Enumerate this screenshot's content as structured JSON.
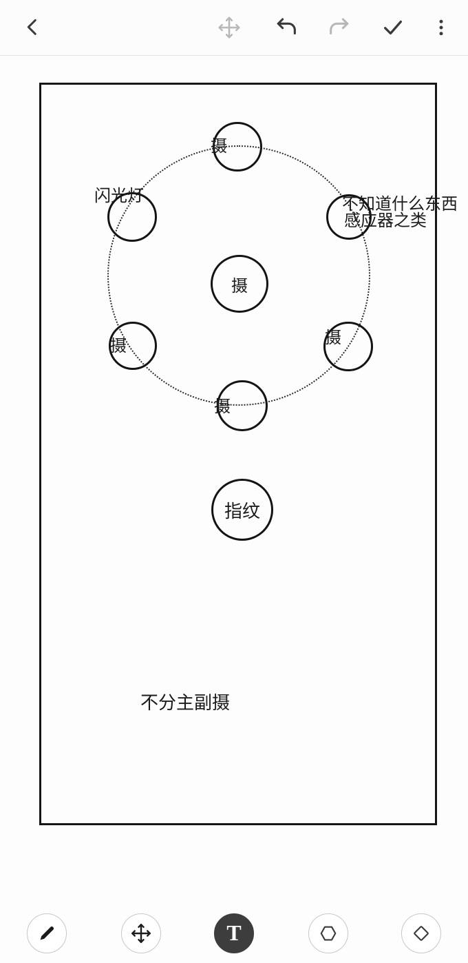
{
  "header": {
    "icons": [
      {
        "name": "back",
        "enabled": true
      },
      {
        "name": "move-canvas",
        "enabled": false
      },
      {
        "name": "undo",
        "enabled": true
      },
      {
        "name": "redo",
        "enabled": false
      },
      {
        "name": "confirm",
        "enabled": true
      },
      {
        "name": "more-options",
        "enabled": true
      }
    ]
  },
  "sketch": {
    "labels": {
      "top_camera": "摄",
      "flash": "闪光灯",
      "sensor_line1": "不知道什么东西",
      "sensor_line2": "感应器之类",
      "center_camera": "摄",
      "left_camera": "摄",
      "right_camera": "摄",
      "bottom_camera": "摄",
      "fingerprint": "指纹",
      "note": "不分主副摄"
    }
  },
  "toolbar": {
    "tools": [
      "pen",
      "move",
      "text",
      "shape",
      "eraser"
    ],
    "active_tool": "text",
    "text_tool_label": "T"
  },
  "colors": {
    "ink": "#141414",
    "disabled_icon": "#b8b8b8",
    "active_tool_bg": "#3d3d3d"
  }
}
